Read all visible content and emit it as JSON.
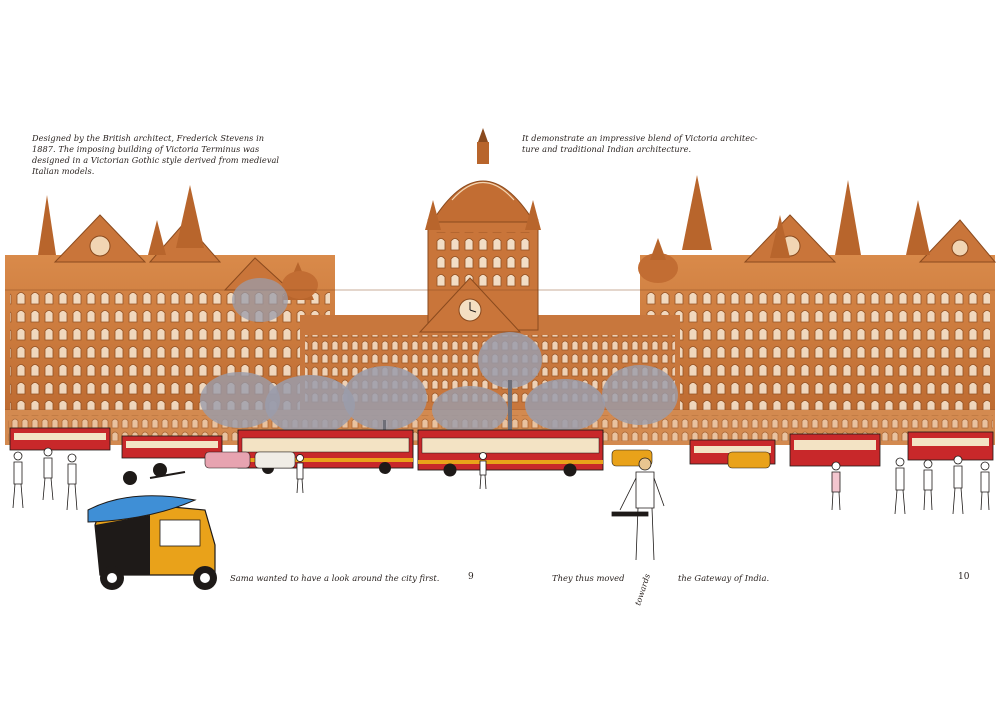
{
  "spread": {
    "left_page": {
      "caption": "Designed by the British architect, Frederick Stevens in 1887. The imposing building of Victoria Terminus was designed in a Victorian Gothic style derived from medieval Italian models.",
      "story_text": "Sama wanted to have a look around  the city first.",
      "page_number": "9"
    },
    "right_page": {
      "caption": "It demonstrate an impressive blend of Victoria architec-ture and traditional Indian architecture.",
      "story_text_1": "They thus moved",
      "story_text_towards": "towards",
      "story_text_2": "the Gateway of India.",
      "page_number": "10"
    }
  },
  "illustration": {
    "subject": "Victoria Terminus building with buses, rickshaw and crowd",
    "colors": {
      "building": "#c9753a",
      "building_light": "#e7b07a",
      "building_dark": "#8a4a1e",
      "trees": "#9a9cab",
      "bus_red": "#c8282a",
      "bus_cream": "#f3e3c4",
      "rickshaw_yellow": "#e9a21a",
      "surfboard_blue": "#3f8fd6",
      "ink": "#1e1a18"
    }
  }
}
